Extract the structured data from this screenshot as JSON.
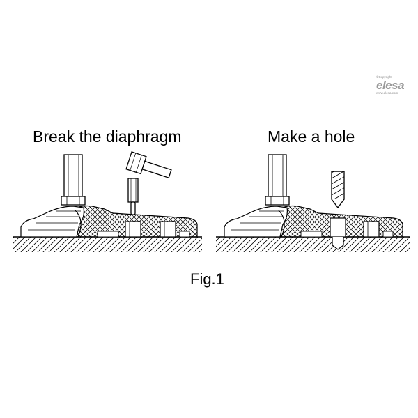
{
  "titles": {
    "left": "Break the diaphragm",
    "right": "Make a hole"
  },
  "figure_label": "Fig.1",
  "brand": {
    "copyright": "©Copyright",
    "logo": "elesa",
    "website": "www.elesa.com"
  }
}
